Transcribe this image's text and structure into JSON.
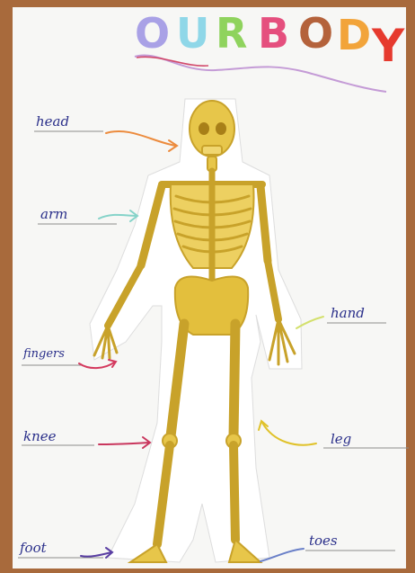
{
  "title": "OUR BODY",
  "title_letters": [
    {
      "char": "O",
      "color": "#a9a1e6"
    },
    {
      "char": "U",
      "color": "#8fd7e8"
    },
    {
      "char": "R",
      "color": "#8fd35d"
    },
    {
      "char": "B",
      "color": "#e54f7e"
    },
    {
      "char": "O",
      "color": "#b4623b"
    },
    {
      "char": "D",
      "color": "#f2a43a"
    },
    {
      "char": "Y",
      "color": "#e63a2e"
    }
  ],
  "labels": {
    "head": "head",
    "arm": "arm",
    "hand": "hand",
    "fingers": "fingers",
    "knee": "knee",
    "leg": "leg",
    "foot": "foot",
    "toes": "toes"
  },
  "signature": "",
  "colors": {
    "paper": "#f7f7f5",
    "wood": "#a86a3c",
    "bone": "#e7c64a",
    "bone_dark": "#c8a22a",
    "label_ink": "#2a2f8a"
  }
}
